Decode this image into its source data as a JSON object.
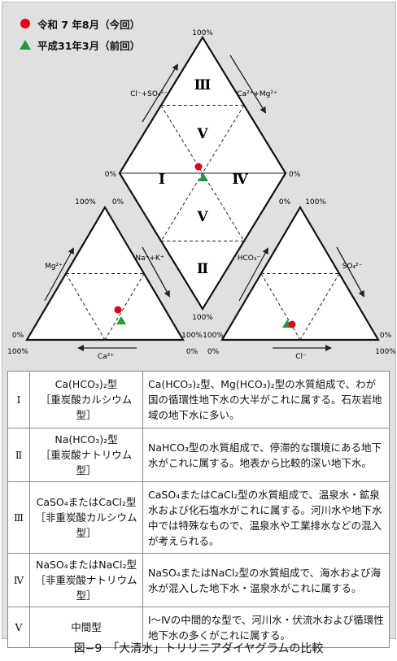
{
  "legend": [
    {
      "marker": "red-circle",
      "label": "令和 7 年8月（今回）",
      "color": "#e0001a"
    },
    {
      "marker": "green-triangle",
      "label": "平成31年3月（前回）",
      "color": "#1f9a3c"
    }
  ],
  "diamond": {
    "top_pct": "100%",
    "left_pct": "0%",
    "right_pct": "0%",
    "bottom_pct": "100%",
    "left_axis": "Cl⁻+SO₄²⁻",
    "right_axis": "Ca²⁺+Mg²⁺",
    "regions": {
      "top": "Ⅲ",
      "left": "Ⅰ",
      "right": "Ⅳ",
      "center_upper": "Ⅴ",
      "center_lower": "Ⅴ",
      "bottom": "Ⅱ"
    }
  },
  "cation_triangle": {
    "apex_left_pct": "100%",
    "apex_right_pct": "0%",
    "left_axis": "Mg²⁺",
    "right_axis": "Na⁺+K⁺",
    "bottom_axis": "Ca²⁺",
    "bl_top": "0%",
    "bl_bottom": "100%",
    "br_top": "100%",
    "br_bottom": "0%"
  },
  "anion_triangle": {
    "apex_left_pct": "0%",
    "apex_right_pct": "100%",
    "left_axis": "HCO₃⁻",
    "right_axis": "SO₄²⁻",
    "bottom_axis": "Cl⁻",
    "bl_top": "100%",
    "bl_bottom": "0%",
    "br_top": "0%",
    "br_bottom": "100%"
  },
  "table": [
    {
      "num": "Ⅰ",
      "type_name": "Ca(HCO₃)₂型",
      "type_jp": "［重炭酸カルシウム型］",
      "text": "Ca(HCO₃)₂型、Mg(HCO₃)₂型の水質組成で、わが国の循環性地下水の大半がこれに属する。石灰岩地域の地下水に多い。"
    },
    {
      "num": "Ⅱ",
      "type_name": "Na(HCO₃)₂型",
      "type_jp": "［重炭酸ナトリウム型］",
      "text": "NaHCO₃型の水質組成で、停滞的な環境にある地下水がこれに属する。地表から比較的深い地下水。"
    },
    {
      "num": "Ⅲ",
      "type_name": "CaSO₄またはCaCl₂型",
      "type_jp": "［非重炭酸カルシウム型］",
      "text": "CaSO₄またはCaCl₂型の水質組成で、温泉水・鉱泉水および化石塩水がこれに属する。河川水や地下水中では特殊なもので、温泉水や工業排水などの混入が考えられる。"
    },
    {
      "num": "Ⅳ",
      "type_name": "NaSO₄またはNaCl₂型",
      "type_jp": "［非重炭酸ナトリウム型］",
      "text": "NaSO₄またはNaCl₂型の水質組成で、海水および海水が混入した地下水・温泉水がこれに属する。"
    },
    {
      "num": "Ⅴ",
      "type_name": "中間型",
      "type_jp": "",
      "text": "Ⅰ〜Ⅳの中間的な型で、河川水・伏流水および循環性地下水の多くがこれに属する。"
    }
  ],
  "caption": "図−9　「大清水」トリリニアダイヤグラムの比較"
}
